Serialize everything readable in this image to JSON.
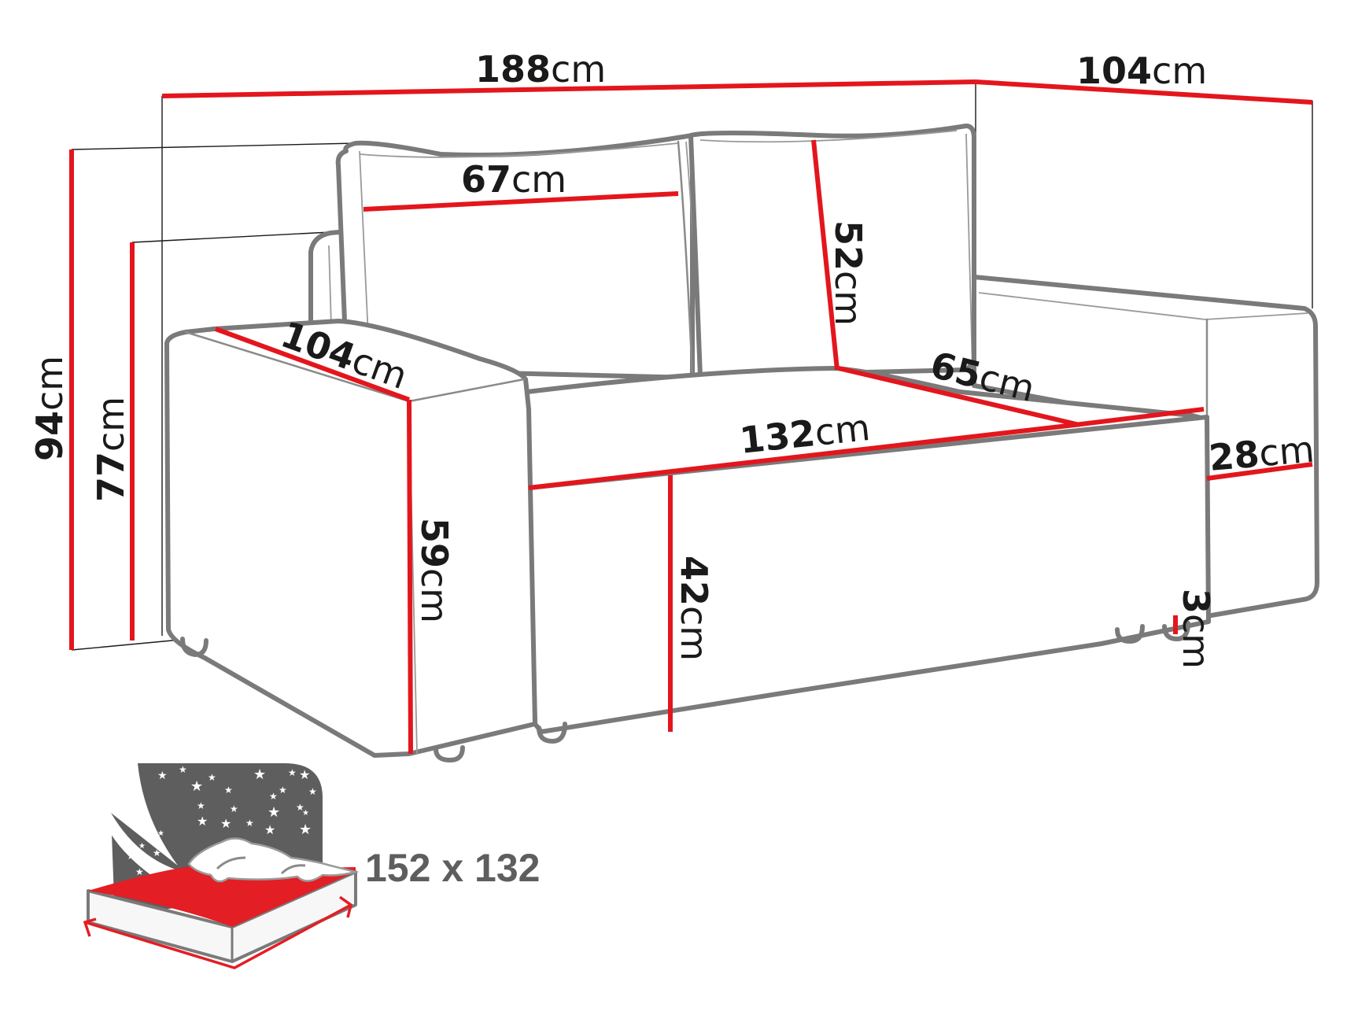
{
  "diagram": {
    "subject": "Sofa bed dimensions",
    "colors": {
      "dimension_line": "#e3161d",
      "outline": "#7a7a7a",
      "text": "#1a1a1a",
      "bed_icon_background": "#5e5e5e",
      "bed_mattress": "#e31e24"
    },
    "dimensions": {
      "total_width": {
        "value": "188",
        "unit": "cm"
      },
      "total_depth": {
        "value": "104",
        "unit": "cm"
      },
      "total_height": {
        "value": "94",
        "unit": "cm"
      },
      "backrest_height": {
        "value": "77",
        "unit": "cm"
      },
      "cushion_width": {
        "value": "67",
        "unit": "cm"
      },
      "cushion_height": {
        "value": "52",
        "unit": "cm"
      },
      "armrest_depth": {
        "value": "104",
        "unit": "cm"
      },
      "armrest_height": {
        "value": "59",
        "unit": "cm"
      },
      "seat_width": {
        "value": "132",
        "unit": "cm"
      },
      "seat_depth": {
        "value": "65",
        "unit": "cm"
      },
      "seat_height": {
        "value": "42",
        "unit": "cm"
      },
      "armrest_width": {
        "value": "28",
        "unit": "cm"
      },
      "leg_height": {
        "value": "3",
        "unit": "cm"
      }
    },
    "sleeping_area": {
      "label": "152 x 132",
      "icon": "bed-with-night-sky-icon"
    }
  }
}
